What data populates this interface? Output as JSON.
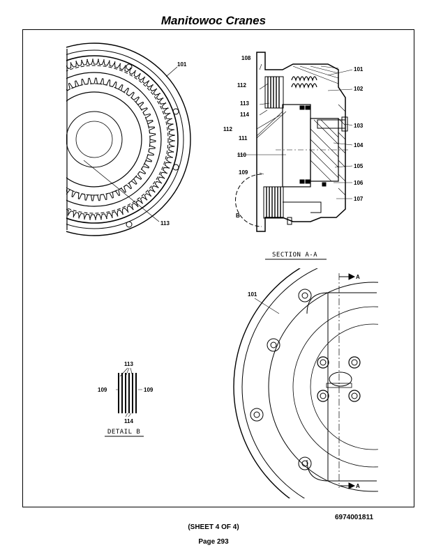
{
  "header": {
    "title": "Manitowoc Cranes"
  },
  "footer": {
    "doc_number": "6974001811",
    "sheet": "(SHEET 4 OF 4)",
    "page": "Page 293"
  },
  "callouts": {
    "c101a": "101",
    "c113a": "113",
    "c108": "108",
    "c101b": "101",
    "c102": "102",
    "c112a": "112",
    "c113b": "113",
    "c114a": "114",
    "c112b": "112",
    "c111": "111",
    "c103": "103",
    "c104": "104",
    "c110": "110",
    "c105": "105",
    "c109a": "109",
    "c106": "106",
    "c107": "107",
    "cB": "B",
    "c101c": "101",
    "cA1": "A",
    "cA2": "A",
    "c113c": "113",
    "c109b": "109",
    "c109c": "109",
    "c114b": "114"
  },
  "captions": {
    "section": "SECTION A-A",
    "detail": "DETAIL B"
  }
}
